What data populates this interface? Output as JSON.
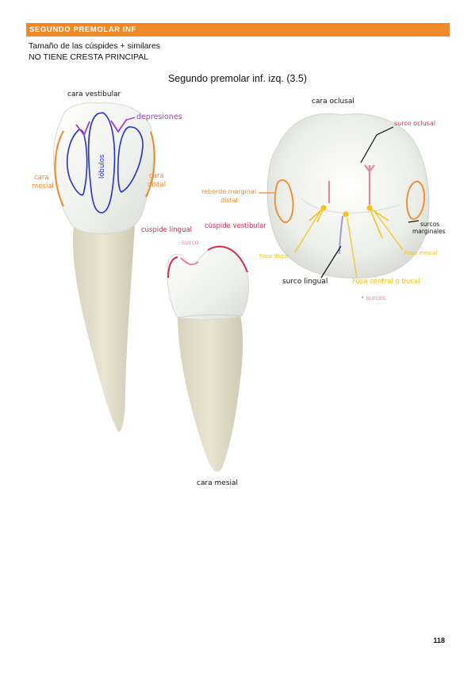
{
  "header": {
    "section_title": "SEGUNDO PREMOLAR INF"
  },
  "notes": {
    "line1": "Tamaño de las cúspides + similares",
    "line2": "NO TIENE CRESTA PRINCIPAL"
  },
  "figure": {
    "title": "Segundo premolar inf. izq. (3.5)",
    "vestibular": {
      "view_label": "cara vestibular",
      "depresiones": "depresiones",
      "lobulos": "lóbulos",
      "mesial_l1": "cara",
      "mesial_l2": "mesial",
      "distal_l1": "cara",
      "distal_l2": "distal"
    },
    "mesial": {
      "view_label": "cara mesial",
      "cuspide_lingual": "cúspide lingual",
      "cuspide_vestibular": "cúspide vestibular",
      "surco": "surco"
    },
    "oclusal": {
      "view_label": "cara oclusal",
      "surco_oclusal": "surco oclusal",
      "reborde_l1": "reborde marginal",
      "reborde_l2": "distal",
      "surcos_marg_l1": "surcos",
      "surcos_marg_l2": "marginales",
      "fosa_distal": "Fosa distal",
      "fosa_mesial": "Fosa mesial",
      "surco_lingual": "surco lingual",
      "fosa_central": "Fosa central o bucal",
      "legend_surcos": "• surcos"
    }
  },
  "colors": {
    "orange": "#ef8a2b",
    "purple": "#9b3fc0",
    "blue": "#2233cc",
    "red": "#d82c4c",
    "pink": "#e8869d",
    "yellow": "#f3c316",
    "lavender": "#a9a2d6"
  },
  "page_number": "118"
}
